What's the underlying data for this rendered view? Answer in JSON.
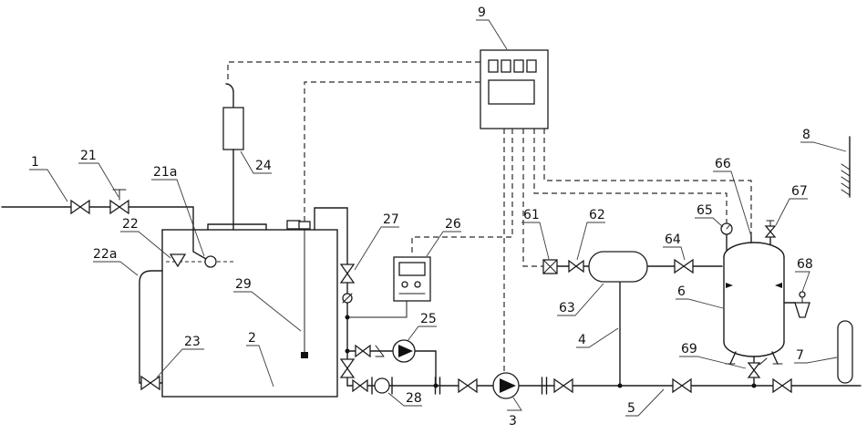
{
  "diagram": {
    "background": "#ffffff",
    "line_color": "#1c1c1c",
    "dashed_line_meaning": "control-signal",
    "labels": {
      "n1": "1",
      "n21": "21",
      "n21a": "21a",
      "n22": "22",
      "n22a": "22a",
      "n23": "23",
      "n2": "2",
      "n29": "29",
      "n24": "24",
      "n9": "9",
      "n27": "27",
      "n26": "26",
      "n25": "25",
      "n28": "28",
      "n3": "3",
      "n61": "61",
      "n62": "62",
      "n63": "63",
      "n4": "4",
      "n5": "5",
      "n64": "64",
      "n65": "65",
      "n66": "66",
      "n67": "67",
      "n68": "68",
      "n6": "6",
      "n69": "69",
      "n7": "7",
      "n8": "8"
    }
  }
}
